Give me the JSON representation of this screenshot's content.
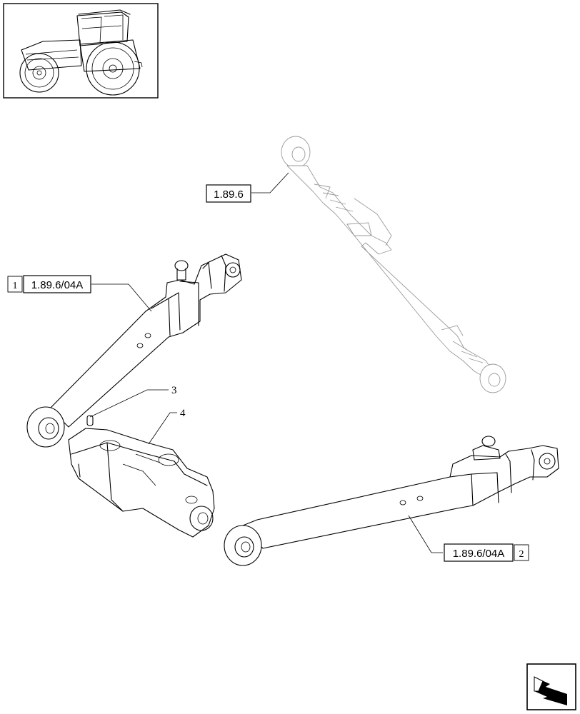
{
  "references": {
    "top_link": "1.89.6",
    "left_arm": "1.89.6/04A",
    "left_arm_index": "1",
    "right_arm": "1.89.6/04A",
    "right_arm_index": "2"
  },
  "item_numbers": {
    "pin": "3",
    "bracket": "4"
  },
  "icons": {
    "thumbnail": "tractor-thumbnail-icon",
    "navigation": "next-page-arrow-icon"
  }
}
